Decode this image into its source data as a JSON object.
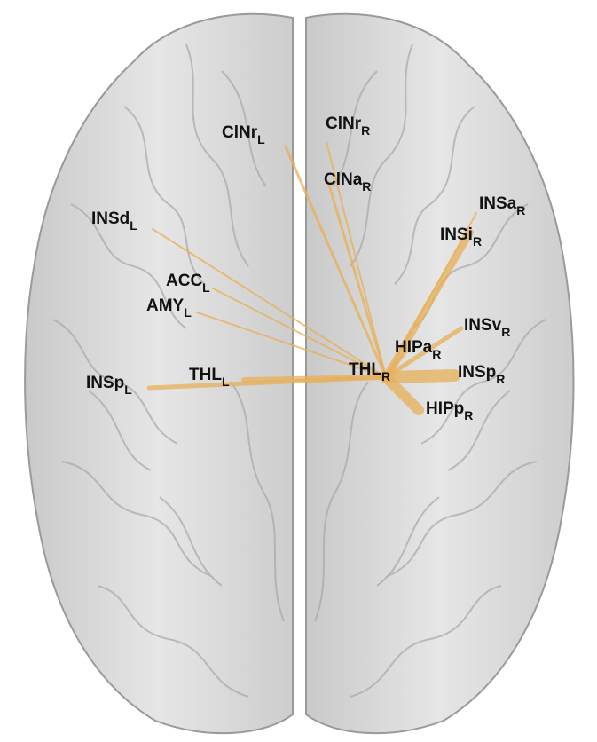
{
  "colors": {
    "background": "#ffffff",
    "brain_fill": "#d9d9d9",
    "brain_edge": "#9a9a9a",
    "gyrus_line": "#a8a8a8",
    "connection": "#e8b05a",
    "label_text": "#111111"
  },
  "hub": {
    "main": "THL",
    "sub": "R"
  },
  "regions": [
    {
      "id": "cinr-l",
      "main": "ClNr",
      "sub": "L",
      "weight": 3
    },
    {
      "id": "cinr-r",
      "main": "ClNr",
      "sub": "R",
      "weight": 2
    },
    {
      "id": "cina-r",
      "main": "ClNa",
      "sub": "R",
      "weight": 3
    },
    {
      "id": "insd-l",
      "main": "INSd",
      "sub": "L",
      "weight": 2
    },
    {
      "id": "insa-r",
      "main": "INSa",
      "sub": "R",
      "weight": 2
    },
    {
      "id": "insi-r",
      "main": "INSi",
      "sub": "R",
      "weight": 8
    },
    {
      "id": "acc-l",
      "main": "ACC",
      "sub": "L",
      "weight": 2
    },
    {
      "id": "amy-l",
      "main": "AMY",
      "sub": "L",
      "weight": 2
    },
    {
      "id": "insv-r",
      "main": "INSv",
      "sub": "R",
      "weight": 5
    },
    {
      "id": "hipa-r",
      "main": "HIPa",
      "sub": "R",
      "weight": 4
    },
    {
      "id": "insp-l",
      "main": "INSp",
      "sub": "L",
      "weight": 5
    },
    {
      "id": "thl-l",
      "main": "THL",
      "sub": "L",
      "weight": 6
    },
    {
      "id": "insp-r",
      "main": "INSp",
      "sub": "R",
      "weight": 14
    },
    {
      "id": "hipp-r",
      "main": "HIPp",
      "sub": "R",
      "weight": 12
    }
  ]
}
